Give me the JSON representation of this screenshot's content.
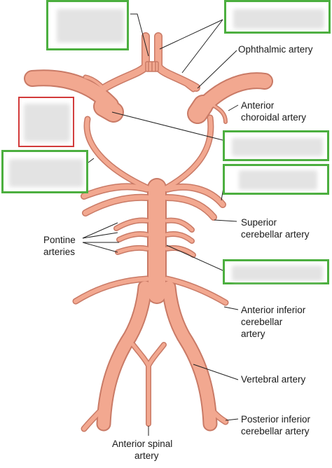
{
  "labels": {
    "ophthalmic": "Ophthalmic artery",
    "anterior_choroidal_1": "Anterior",
    "anterior_choroidal_2": "choroidal artery",
    "superior_cerebellar_1": "Superior",
    "superior_cerebellar_2": "cerebellar artery",
    "pontine_1": "Pontine",
    "pontine_2": "arteries",
    "aica_1": "Anterior inferior",
    "aica_2": "cerebellar",
    "aica_3": "artery",
    "vertebral": "Vertebral artery",
    "pica_1": "Posterior inferior",
    "pica_2": "cerebellar artery",
    "anterior_spinal_1": "Anterior spinal",
    "anterior_spinal_2": "artery"
  },
  "colors": {
    "artery_fill": "#f2a890",
    "artery_stroke": "#c97a66",
    "leader_line": "#222222",
    "box_green": "#4caf3f",
    "box_red": "#d23a3a"
  }
}
